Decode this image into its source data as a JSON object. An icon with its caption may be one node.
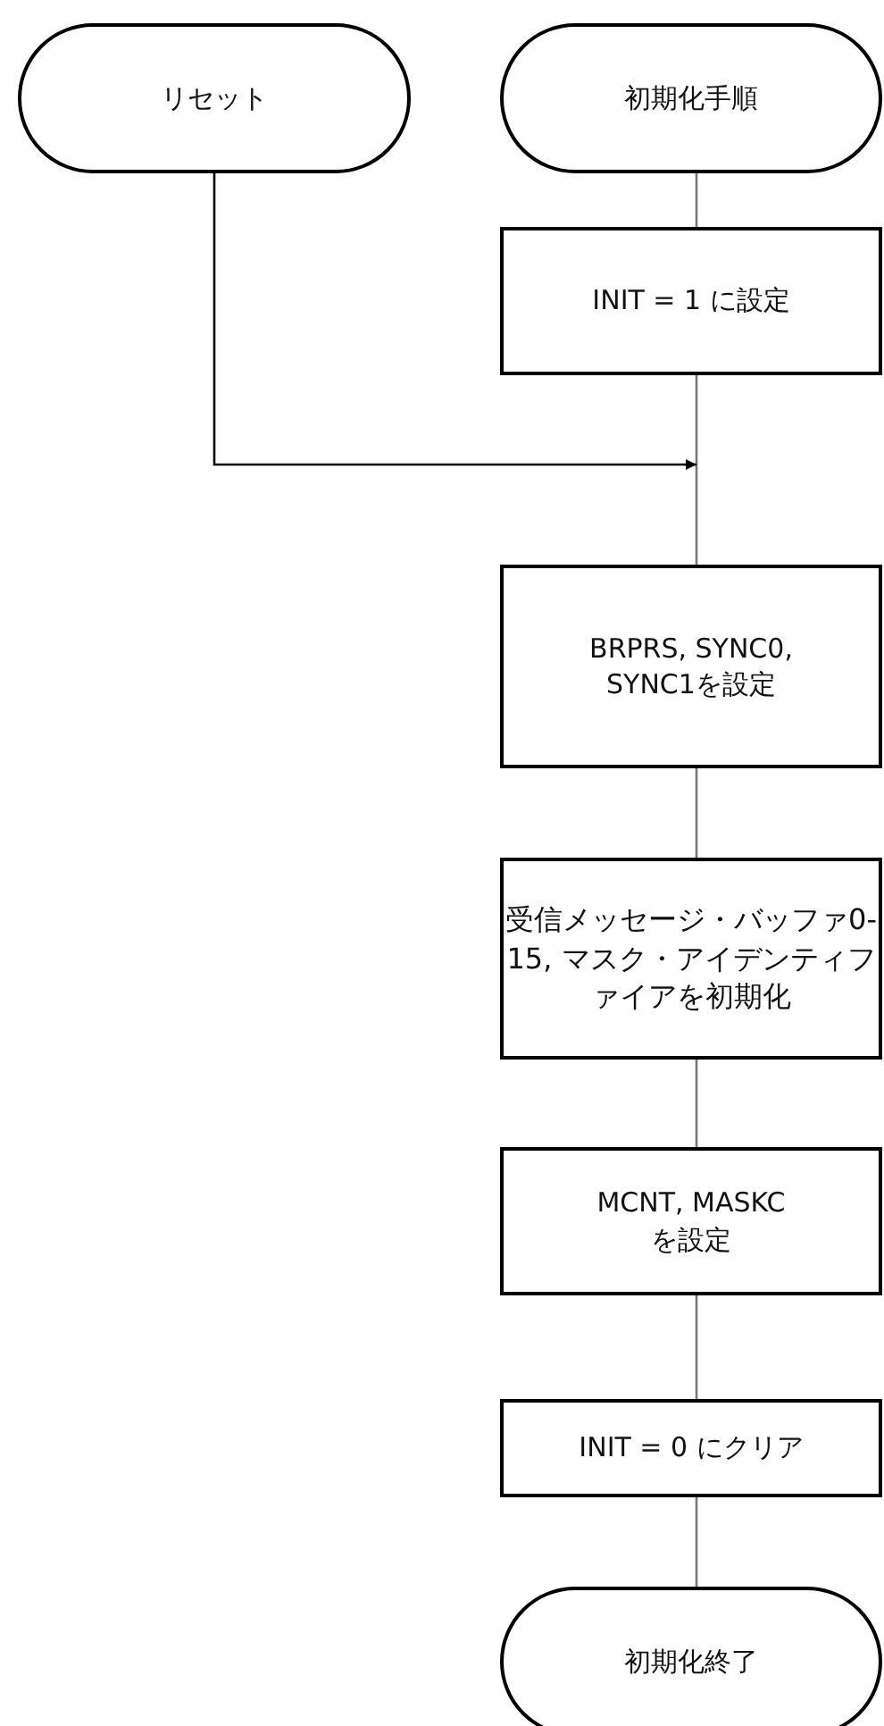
{
  "diagram": {
    "nodes": [
      {
        "text": [
          "リセット"
        ]
      },
      {
        "text": [
          "初期化手順"
        ]
      },
      {
        "text": [
          "INIT = 1 に設定"
        ]
      },
      {
        "text": [
          "BRPRS, SYNC0, SYNC1を設定"
        ]
      },
      {
        "text": [
          "受信メッセージ・バッファ0-15, マスク・アイデンティファイアを初期化"
        ]
      },
      {
        "text": [
          "MCNT, MASKC を設定"
        ]
      },
      {
        "text": [
          "INIT = 0 にクリア"
        ]
      },
      {
        "text": [
          "初期化終了"
        ]
      }
    ],
    "edges": [
      {
        "from": 1,
        "to": 2,
        "arrow": "none"
      },
      {
        "from": 2,
        "to": 3,
        "arrow": "none"
      },
      {
        "from": 0,
        "to": null,
        "arrow": "to",
        "color": "#000000"
      },
      {
        "from": 3,
        "to": 4,
        "arrow": "none"
      },
      {
        "from": 4,
        "to": 5,
        "arrow": "none"
      },
      {
        "from": 5,
        "to": 6,
        "arrow": "none"
      },
      {
        "from": 6,
        "to": 7,
        "arrow": "none"
      }
    ]
  }
}
